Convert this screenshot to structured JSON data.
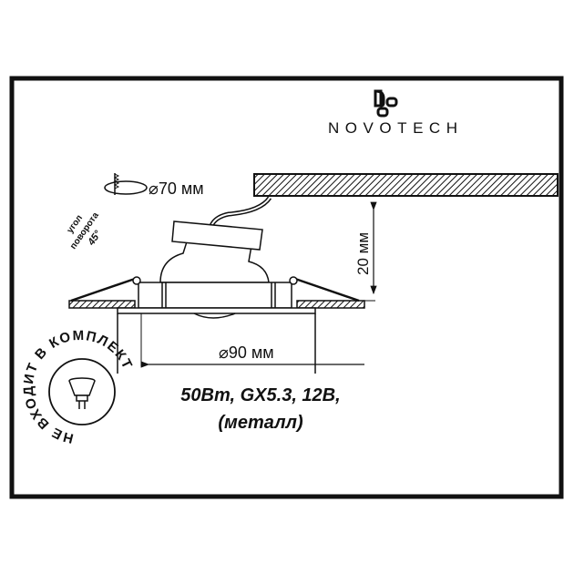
{
  "brand": {
    "logo_text": "NOVOTECH"
  },
  "cutout": {
    "icon": "hole-saw-icon",
    "label": "⌀70 мм"
  },
  "rotation": {
    "line1": "угол",
    "line2": "поворота",
    "line3": "45°"
  },
  "dimensions": {
    "height": "20 мм",
    "diameter": "⌀90 мм"
  },
  "specs": {
    "line1": "50Вт, GX5.3, 12В,",
    "line2": "(металл)"
  },
  "bulb_badge": {
    "icon": "mr16-bulb-icon",
    "text": "НЕ ВХОДИТ В КОМПЛЕКТ"
  }
}
